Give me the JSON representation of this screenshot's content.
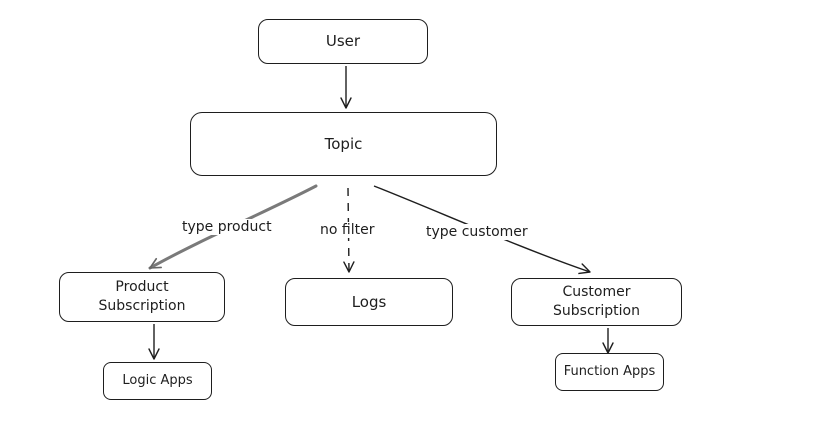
{
  "diagram": {
    "nodes": {
      "user": {
        "label": "User"
      },
      "topic": {
        "label": "Topic"
      },
      "product_subscription": {
        "label": "Product\nSubscription"
      },
      "logs": {
        "label": "Logs"
      },
      "customer_subscription": {
        "label": "Customer\nSubscription"
      },
      "logic_apps": {
        "label": "Logic Apps"
      },
      "function_apps": {
        "label": "Function Apps"
      }
    },
    "edges": {
      "user_to_topic": {
        "from": "User",
        "to": "Topic",
        "label": ""
      },
      "topic_to_product": {
        "from": "Topic",
        "to": "Product Subscription",
        "label": "type product"
      },
      "topic_to_logs": {
        "from": "Topic",
        "to": "Logs",
        "label": "no filter",
        "style": "dashed"
      },
      "topic_to_customer": {
        "from": "Topic",
        "to": "Customer Subscription",
        "label": "type customer"
      },
      "product_to_logic": {
        "from": "Product Subscription",
        "to": "Logic Apps",
        "label": ""
      },
      "customer_to_function": {
        "from": "Customer Subscription",
        "to": "Function Apps",
        "label": ""
      }
    },
    "colors": {
      "stroke": "#1e1e1e",
      "highlight_stroke": "#7a7a7a",
      "background": "#ffffff"
    }
  }
}
